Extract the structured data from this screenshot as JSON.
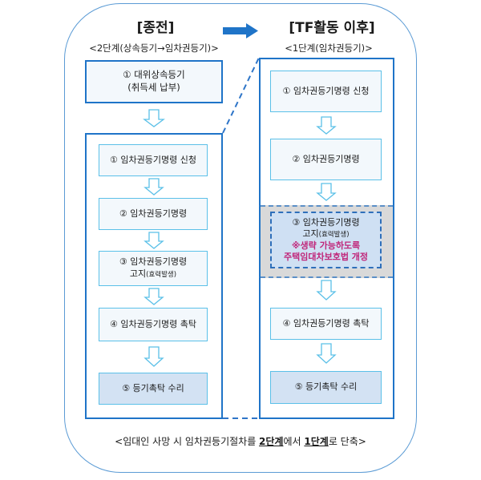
{
  "left_column": {
    "title": "[종전]",
    "subtitle": "<2단계(상속등기→임차권등기)>",
    "pre_step": {
      "line1": "① 대위상속등기",
      "line2": "(취득세 납부)"
    },
    "steps": [
      {
        "label": "① 임차권등기명령 신청"
      },
      {
        "label": "② 임차권등기명령"
      },
      {
        "label": "③ 임차권등기명령",
        "sub_prefix": "고지",
        "sub_small": "(효력발생)"
      },
      {
        "label": "④ 임차권등기명령 촉탁"
      },
      {
        "label": "⑤ 등기촉탁 수리"
      }
    ]
  },
  "right_column": {
    "title": "[TF활동 이후]",
    "subtitle": "<1단계(임차권등기)>",
    "steps": [
      {
        "label": "① 임차권등기명령 신청"
      },
      {
        "label": "② 임차권등기명령"
      },
      {
        "label": "③ 임차권등기명령",
        "sub_prefix": "고지",
        "sub_small": "(효력발생)",
        "note1": "※생략 가능하도록",
        "note2": "주택임대차보호법 개정"
      },
      {
        "label": "④ 임차권등기명령 촉탁"
      },
      {
        "label": "⑤ 등기촉탁 수리"
      }
    ]
  },
  "transition_arrow": "right-arrow-icon",
  "footer": {
    "prefix": "<임대인 사망 시 임차권등기절차를 ",
    "bold1": "2단계",
    "middle": "에서 ",
    "bold2": "1단계",
    "suffix": "로 단축>"
  },
  "colors": {
    "outer_border": "#5b9bd5",
    "box_border": "#1f74c8",
    "step_border": "#5bc0e8",
    "highlight_note": "#c0267a",
    "grey_band": "#d9d9d9"
  }
}
